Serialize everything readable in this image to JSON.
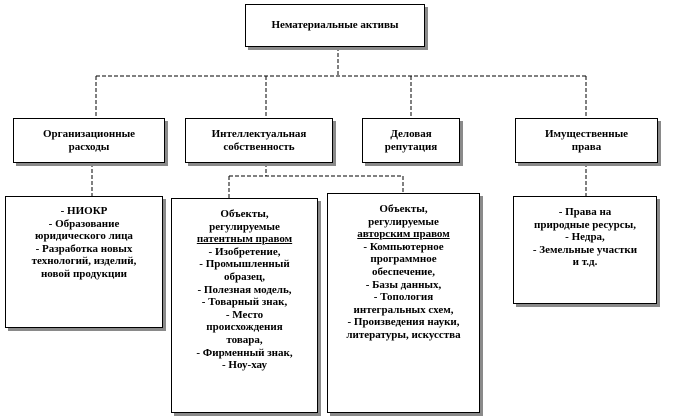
{
  "root": {
    "label": "Нематериальные активы"
  },
  "categories": [
    {
      "lines": [
        "Организационные",
        "расходы"
      ]
    },
    {
      "lines": [
        "Интеллектуальная",
        "собственность"
      ]
    },
    {
      "lines": [
        "Деловая",
        "репутация"
      ]
    },
    {
      "lines": [
        "Имущественные",
        "права"
      ]
    }
  ],
  "details": {
    "org": [
      "- НИОКР",
      "- Образование",
      "юридического лица",
      "- Разработка новых",
      "технологий, изделий,",
      "новой продукции"
    ],
    "patent": [
      "Объекты,",
      "регулируемые",
      "патентным правом",
      "- Изобретение,",
      "- Промышленный",
      "образец,",
      "- Полезная модель,",
      "- Товарный знак,",
      "- Место",
      "происхождения",
      "товара,",
      "- Фирменный знак,",
      "- Ноу-хау"
    ],
    "author": [
      "Объекты,",
      "регулируемые",
      "авторским правом",
      "- Компьютерное",
      "программное",
      "обеспечение,",
      "- Базы данных,",
      "- Топология",
      "интегральных схем,",
      "- Произведения науки,",
      "литературы, искусства"
    ],
    "property": [
      "- Права на",
      "природные ресурсы,",
      "- Недра,",
      "- Земельные участки",
      "и т.д."
    ]
  }
}
